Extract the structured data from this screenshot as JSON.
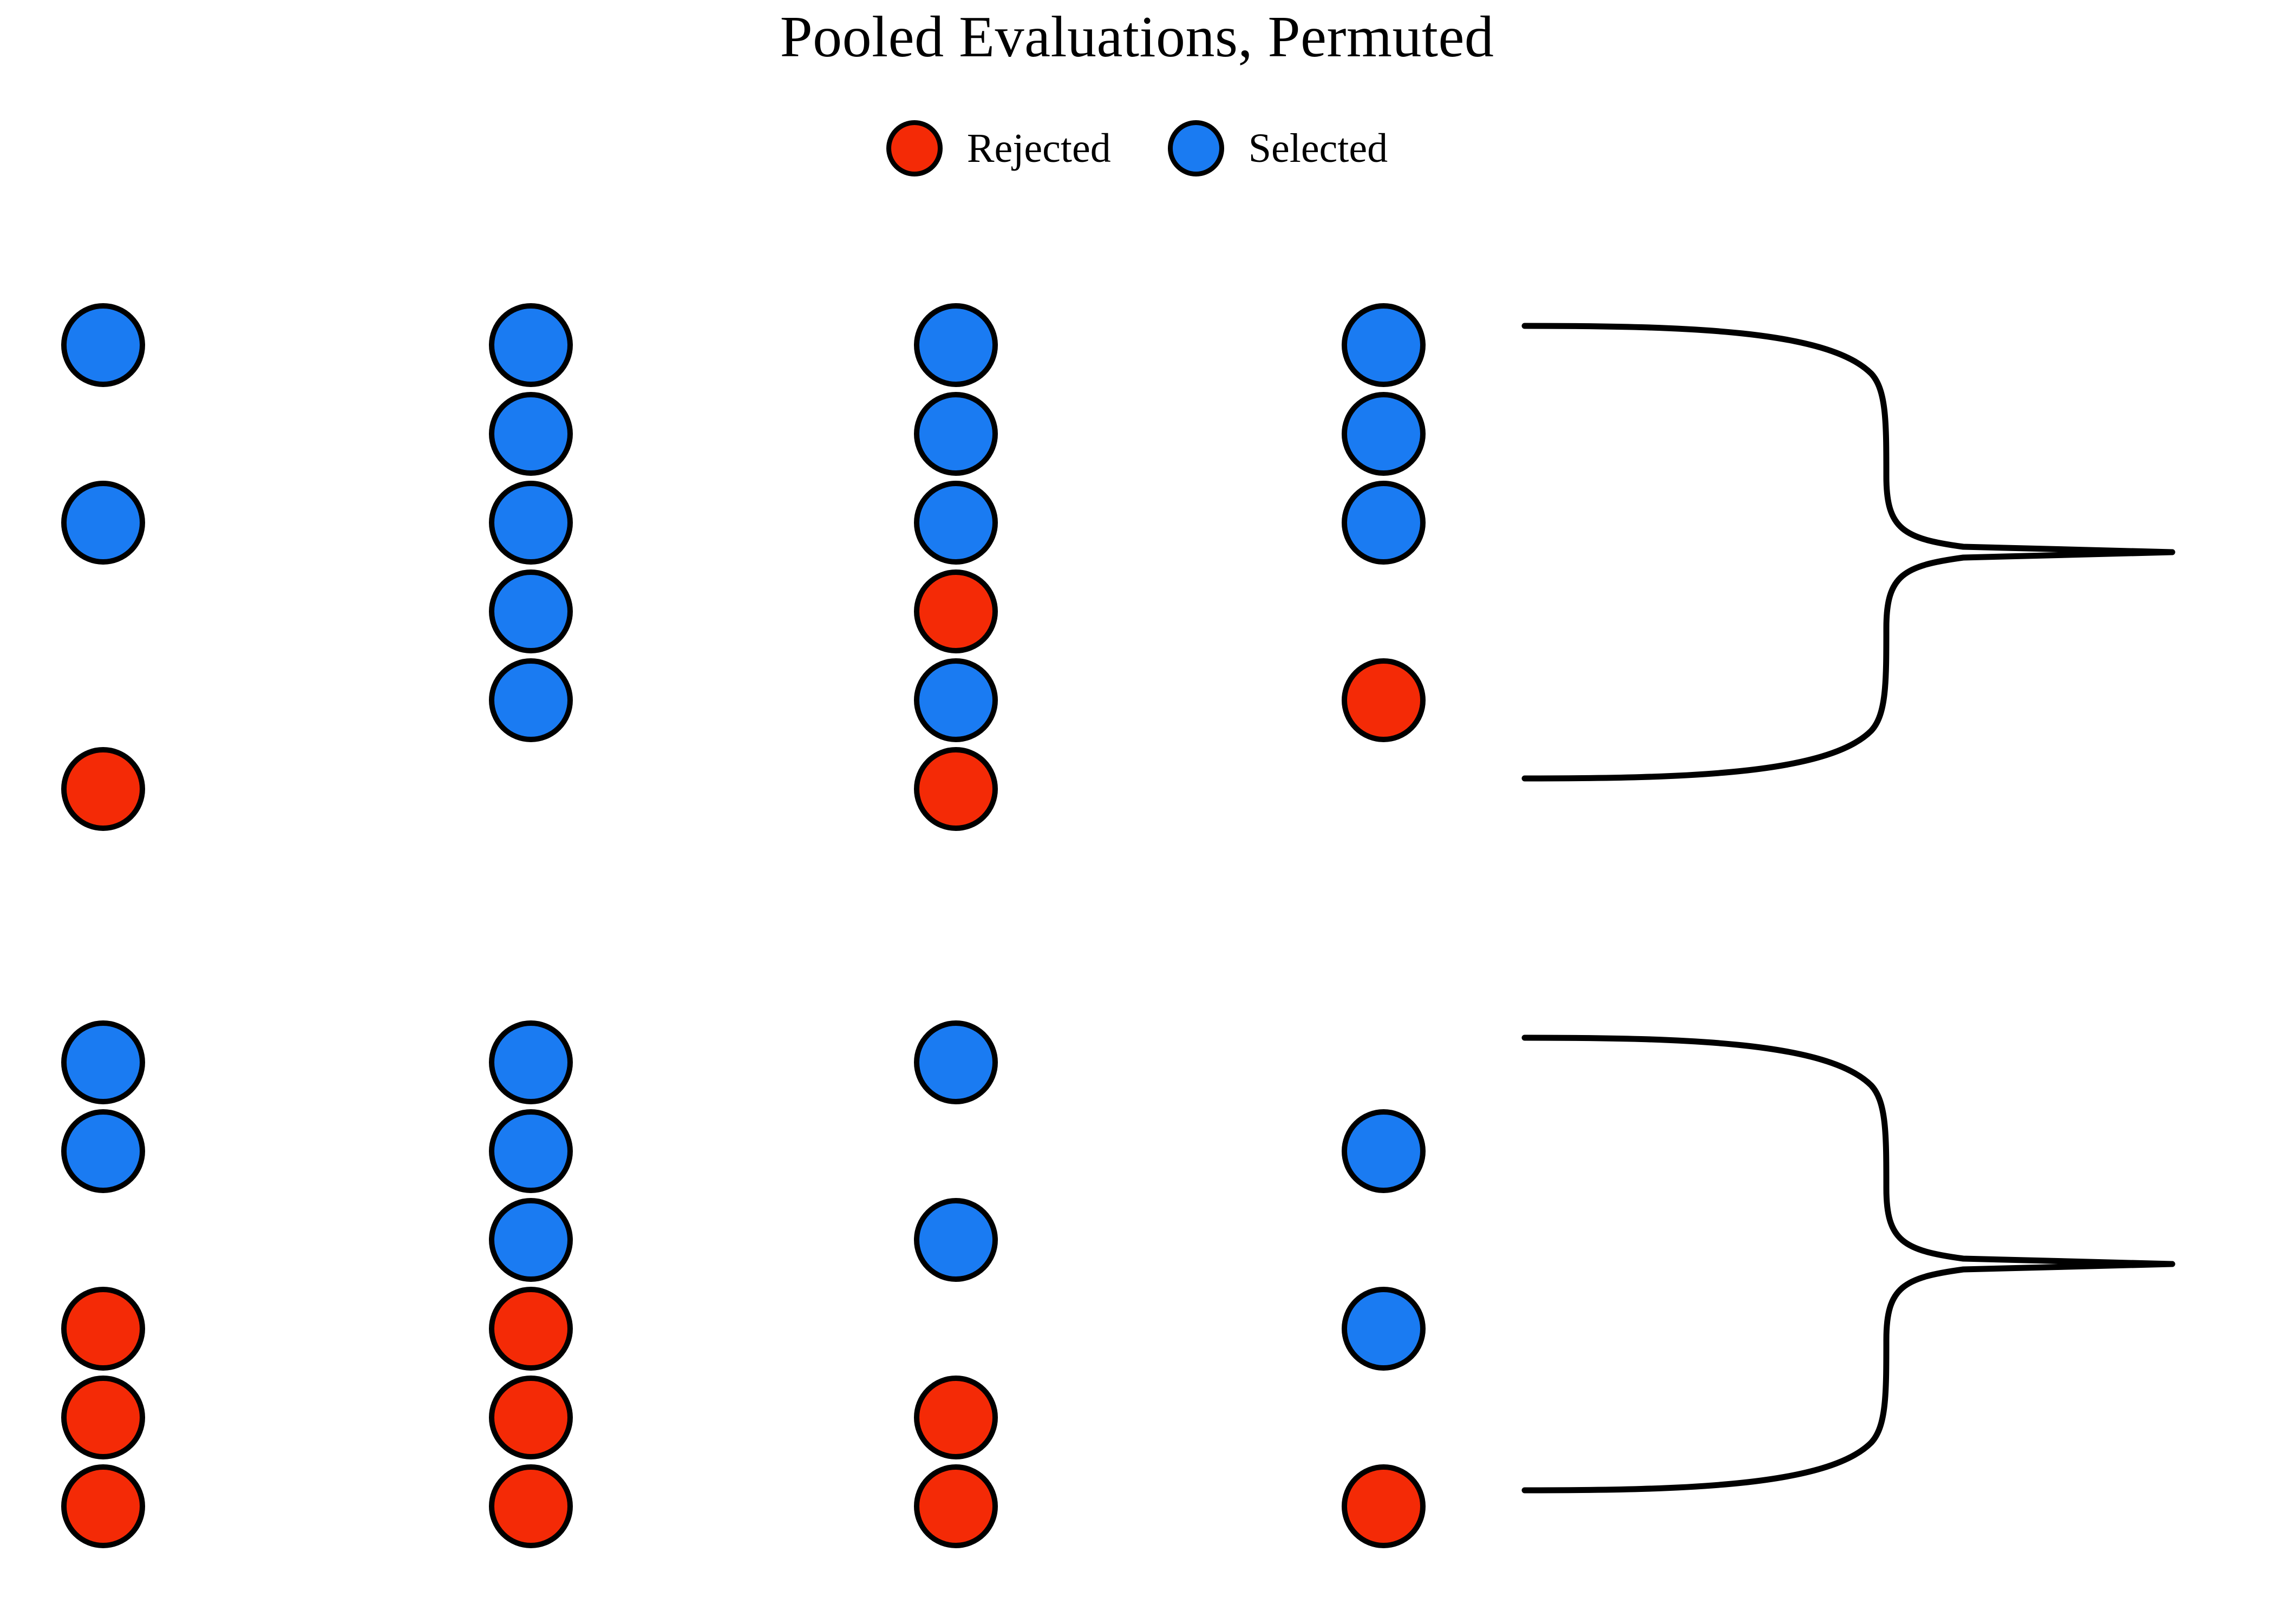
{
  "title": "Pooled Evaluations, Permuted",
  "legend": {
    "items": [
      {
        "key": "rejected",
        "label": "Rejected",
        "color": "#f42a06"
      },
      {
        "key": "selected",
        "label": "Selected",
        "color": "#1a7bf2"
      }
    ]
  },
  "colors": {
    "selected": "#1a7bf2",
    "rejected": "#f42a06",
    "outline": "#000000",
    "background": "#ffffff"
  },
  "chart_data": {
    "type": "table",
    "title": "Pooled Evaluations, Permuted",
    "legend_entries": [
      "Rejected",
      "Selected"
    ],
    "categories": [
      "selected",
      "rejected",
      "empty"
    ],
    "slots_per_column": 6,
    "groups": [
      {
        "name": "group-top",
        "columns": [
          {
            "name": "column-1",
            "slots": [
              "selected",
              "empty",
              "selected",
              "empty",
              "empty",
              "rejected"
            ],
            "counts": {
              "selected": 2,
              "rejected": 1,
              "empty": 3
            }
          },
          {
            "name": "column-2",
            "slots": [
              "selected",
              "selected",
              "selected",
              "selected",
              "selected",
              "empty"
            ],
            "counts": {
              "selected": 5,
              "rejected": 0,
              "empty": 1
            }
          },
          {
            "name": "column-3",
            "slots": [
              "selected",
              "selected",
              "selected",
              "rejected",
              "selected",
              "rejected"
            ],
            "counts": {
              "selected": 4,
              "rejected": 2,
              "empty": 0
            }
          },
          {
            "name": "column-4",
            "slots": [
              "selected",
              "selected",
              "selected",
              "empty",
              "rejected",
              "empty"
            ],
            "counts": {
              "selected": 3,
              "rejected": 1,
              "empty": 2
            }
          }
        ],
        "brace": "right-brace"
      },
      {
        "name": "group-bottom",
        "columns": [
          {
            "name": "column-1",
            "slots": [
              "selected",
              "selected",
              "empty",
              "rejected",
              "rejected",
              "rejected"
            ],
            "counts": {
              "selected": 2,
              "rejected": 3,
              "empty": 1
            }
          },
          {
            "name": "column-2",
            "slots": [
              "selected",
              "selected",
              "selected",
              "rejected",
              "rejected",
              "rejected"
            ],
            "counts": {
              "selected": 3,
              "rejected": 3,
              "empty": 0
            }
          },
          {
            "name": "column-3",
            "slots": [
              "selected",
              "empty",
              "selected",
              "empty",
              "rejected",
              "rejected"
            ],
            "counts": {
              "selected": 2,
              "rejected": 2,
              "empty": 2
            }
          },
          {
            "name": "column-4",
            "slots": [
              "empty",
              "selected",
              "empty",
              "selected",
              "empty",
              "rejected"
            ],
            "counts": {
              "selected": 2,
              "rejected": 1,
              "empty": 3
            }
          }
        ],
        "brace": "right-brace"
      }
    ],
    "totals": {
      "selected": 23,
      "rejected": 13
    }
  }
}
